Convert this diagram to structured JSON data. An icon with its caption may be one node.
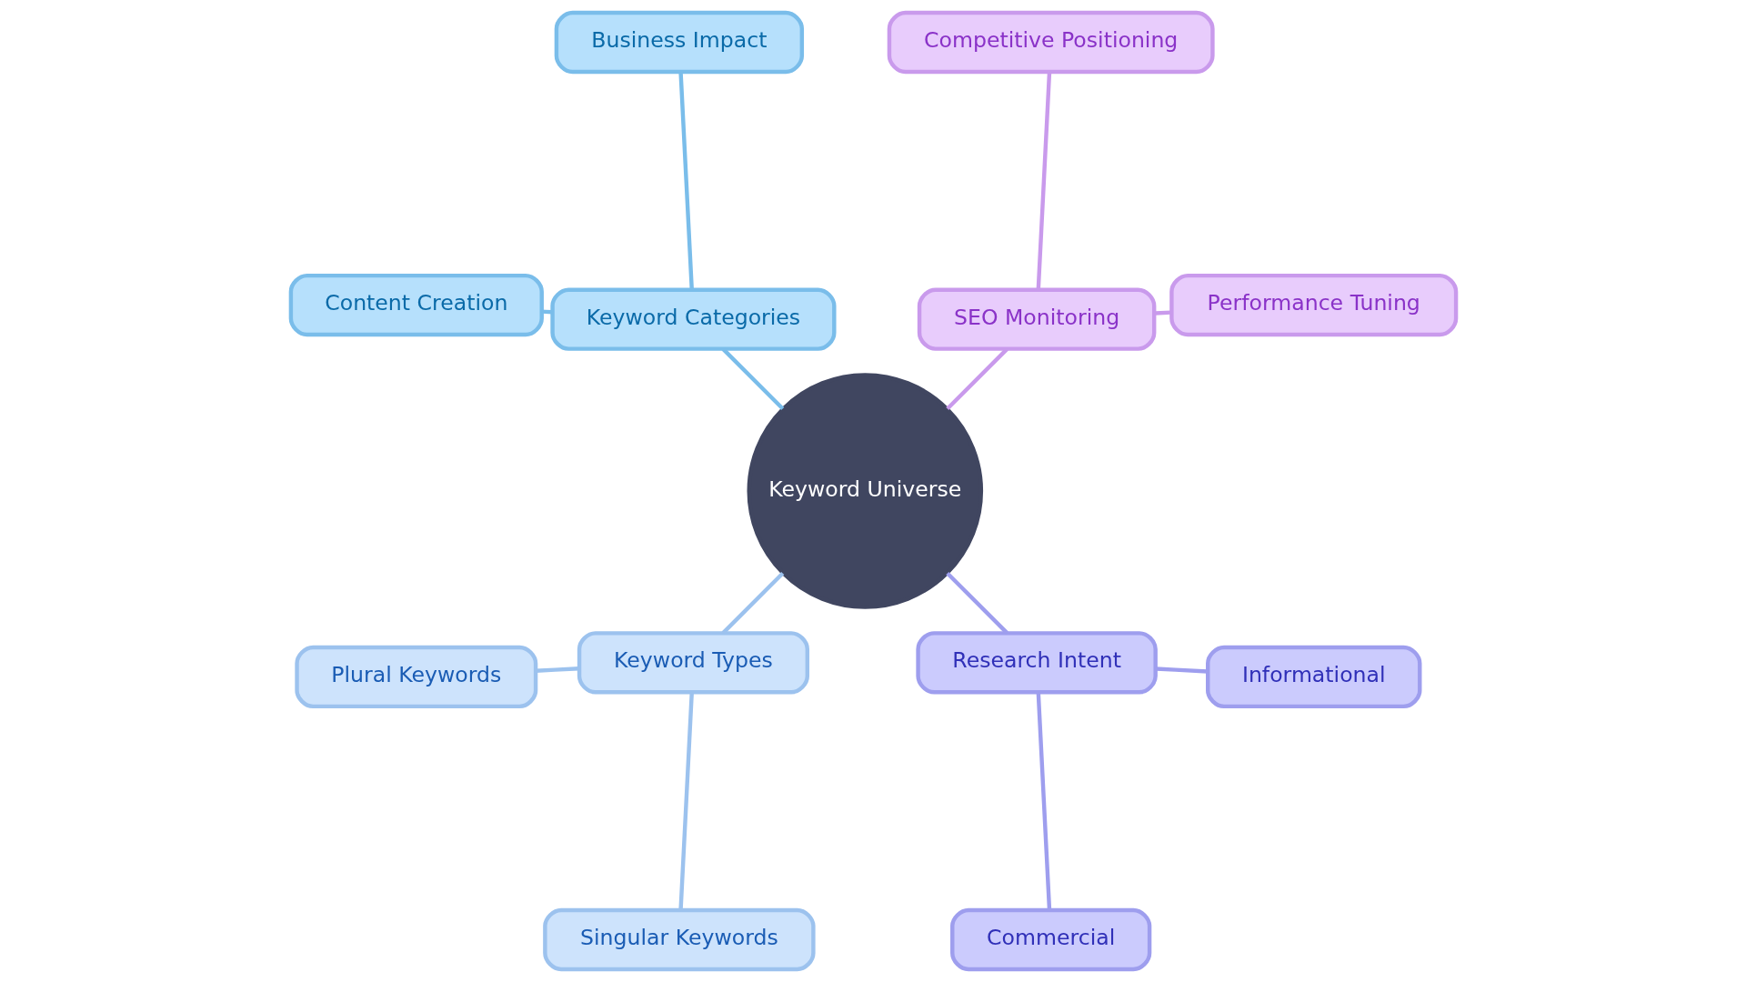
{
  "diagram": {
    "nodes": [
      {
        "text": [
          "Keyword Universe"
        ]
      },
      {
        "text": [
          "SEO Monitoring"
        ]
      },
      {
        "text": [
          "Performance Tuning"
        ]
      },
      {
        "text": [
          "Competitive Positioning"
        ]
      },
      {
        "text": [
          "Keyword Categories"
        ]
      },
      {
        "text": [
          "Business Impact"
        ]
      },
      {
        "text": [
          "Content Creation"
        ]
      },
      {
        "text": [
          "Keyword Types"
        ]
      },
      {
        "text": [
          "Plural Keywords"
        ]
      },
      {
        "text": [
          "Singular Keywords"
        ]
      },
      {
        "text": [
          "Research Intent"
        ]
      },
      {
        "text": [
          "Commercial"
        ]
      },
      {
        "text": [
          "Informational"
        ]
      }
    ],
    "edges": [
      {
        "from": 0,
        "to": 1,
        "arrow": "none",
        "color": "#c99aec"
      },
      {
        "from": 1,
        "to": 2,
        "arrow": "none",
        "color": "#c99aec"
      },
      {
        "from": 1,
        "to": 3,
        "arrow": "none",
        "color": "#c99aec"
      },
      {
        "from": 0,
        "to": 4,
        "arrow": "none",
        "color": "#7abdea"
      },
      {
        "from": 4,
        "to": 5,
        "arrow": "none",
        "color": "#7abdea"
      },
      {
        "from": 4,
        "to": 6,
        "arrow": "none",
        "color": "#7abdea"
      },
      {
        "from": 0,
        "to": 7,
        "arrow": "none",
        "color": "#9cc2ee"
      },
      {
        "from": 7,
        "to": 8,
        "arrow": "none",
        "color": "#9cc2ee"
      },
      {
        "from": 7,
        "to": 9,
        "arrow": "none",
        "color": "#9cc2ee"
      },
      {
        "from": 0,
        "to": 10,
        "arrow": "none",
        "color": "#9e9eee"
      },
      {
        "from": 10,
        "to": 11,
        "arrow": "none",
        "color": "#9e9eee"
      },
      {
        "from": 10,
        "to": 12,
        "arrow": "none",
        "color": "#9e9eee"
      }
    ]
  }
}
